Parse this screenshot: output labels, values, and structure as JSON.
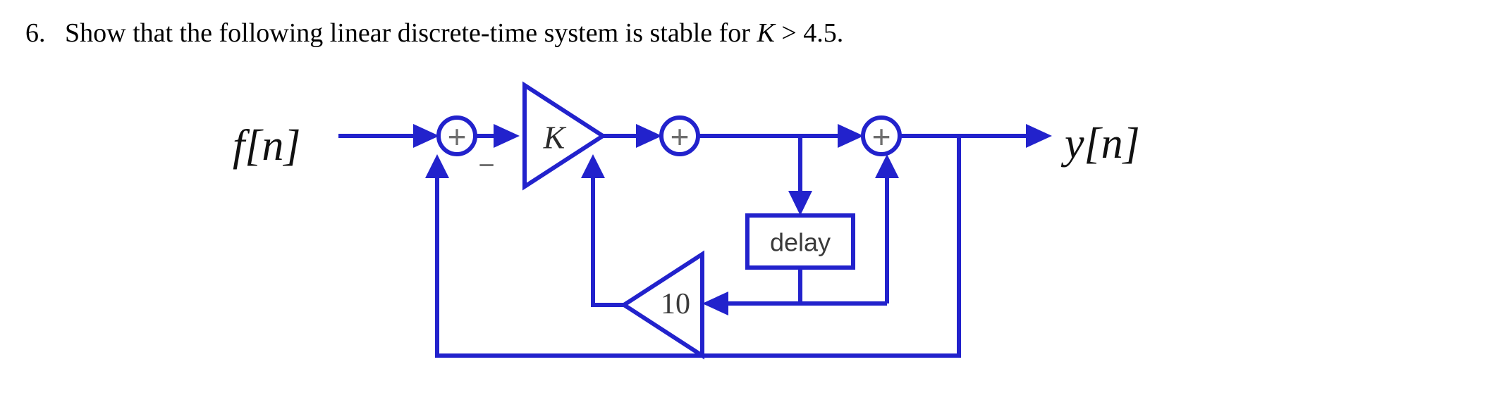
{
  "problem": {
    "number": "6.",
    "text_before_var": "Show that the following linear discrete-time system is stable for ",
    "variable": "K",
    "text_after_var": " > 4.5.",
    "full_text": "6. Show that the following linear discrete-time system is stable for K > 4.5."
  },
  "diagram": {
    "title": "linear discrete-time system block diagram",
    "input_label": "f[n]",
    "output_label": "y[n]",
    "summer_1": {
      "plus_sign": "+",
      "minus_sign": "−"
    },
    "summer_2": {
      "plus_sign": "+"
    },
    "summer_3": {
      "plus_sign": "+"
    },
    "amplifier_k": {
      "gain_label": "K"
    },
    "amplifier_ten": {
      "gain_label": "10"
    },
    "delay_block": {
      "label": "delay"
    },
    "colors": {
      "wire": "#2222cc",
      "block_fill": "#ffffff",
      "sign_glyph": "#6e6e6e",
      "text": "#2b2b2b",
      "page_background": "#ffffff"
    }
  }
}
